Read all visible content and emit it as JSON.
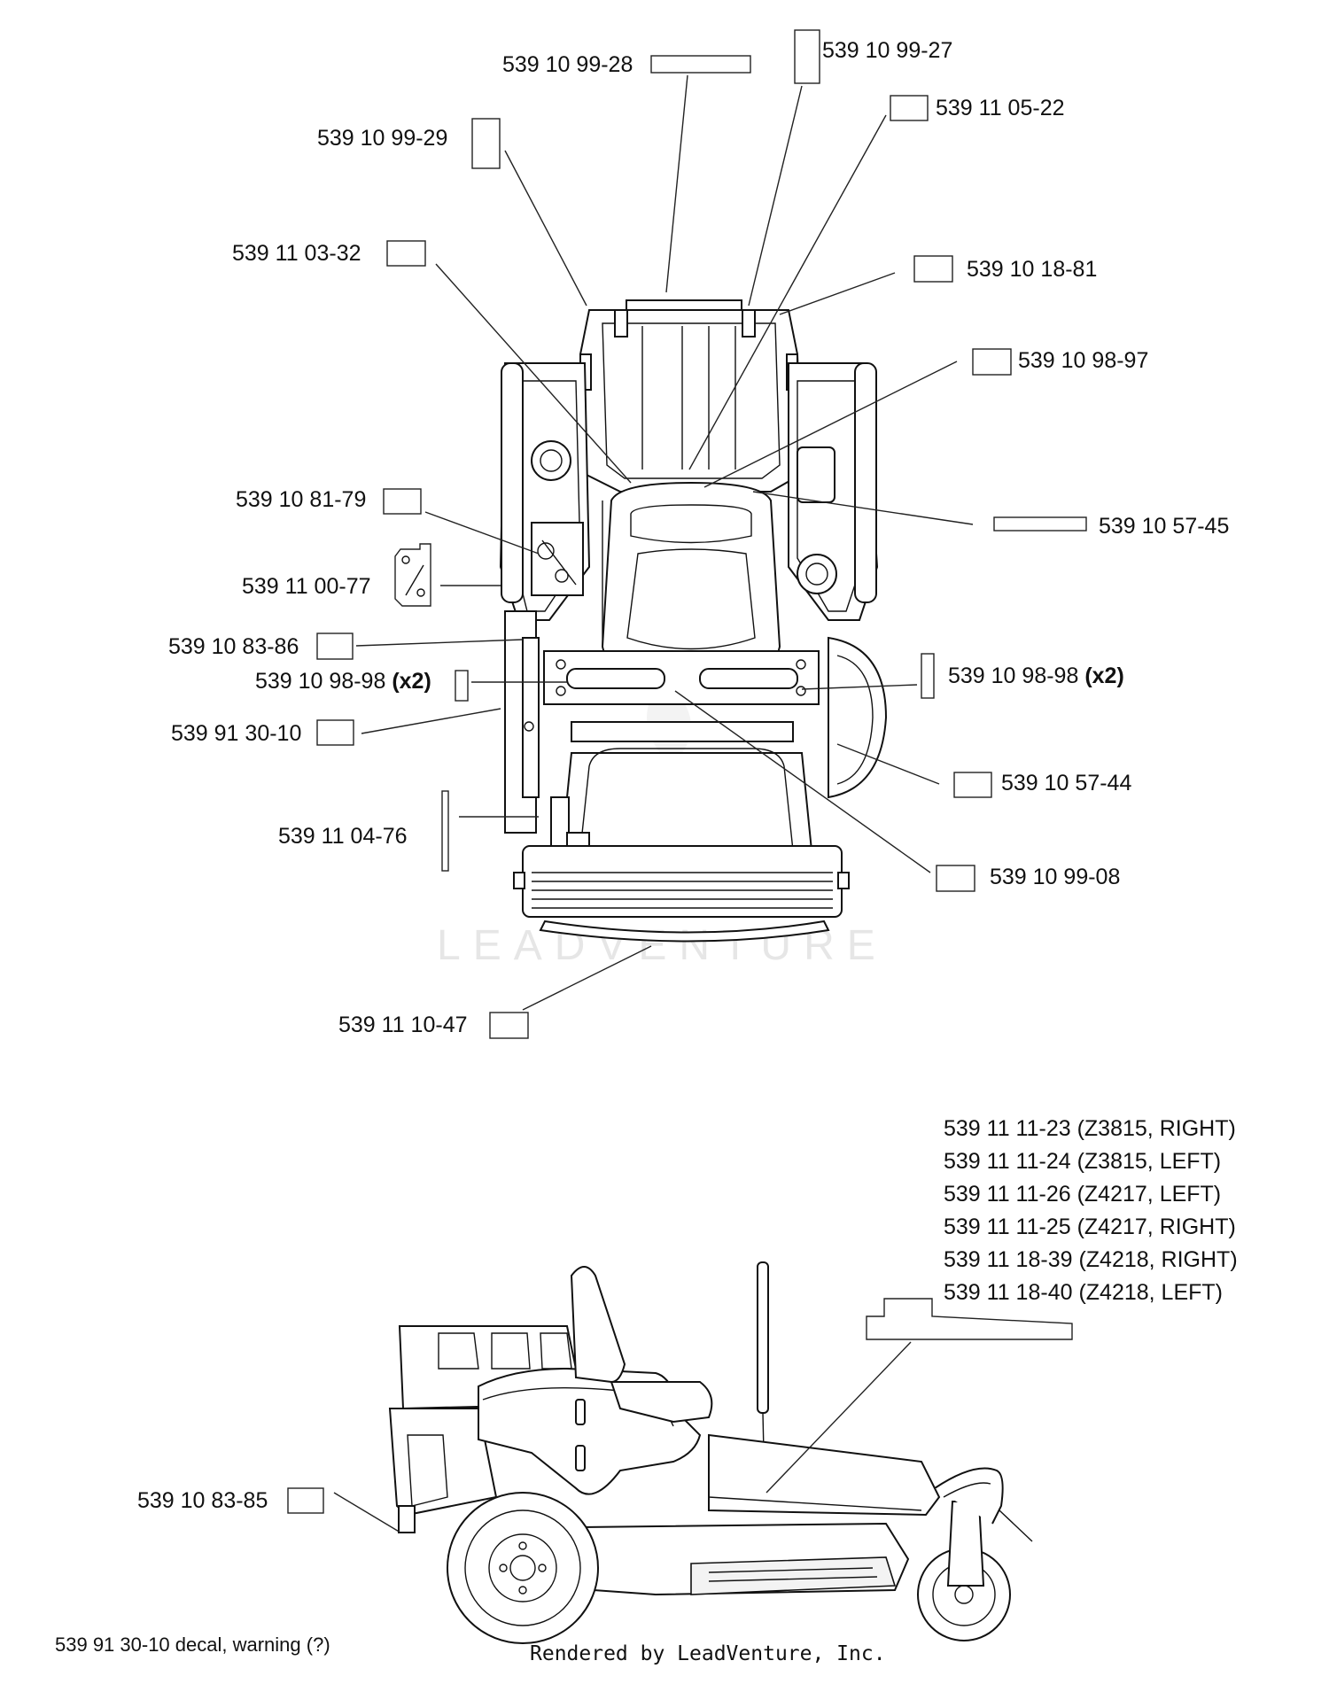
{
  "callouts": {
    "c01": "539 10 99-28",
    "c02": "539 10 99-27",
    "c03": "539 11 05-22",
    "c04": "539 10 99-29",
    "c05": "539 11 03-32",
    "c06": "539 10 18-81",
    "c07": "539 10 98-97",
    "c08": "539 10 81-79",
    "c09": "539 10 57-45",
    "c10": "539 11 00-77",
    "c11": "539 10 83-86",
    "c12": "539 10 98-98",
    "c13": "539 10 98-98",
    "c14": "539 91 30-10",
    "c15": "539 10 57-44",
    "c16": "539 11 04-76",
    "c17": "539 10 99-08",
    "c18": "539 11 10-47",
    "c19": "539 10 83-85"
  },
  "qty": {
    "left": "(x2)",
    "right": "(x2)"
  },
  "side_list": [
    "539 11 11-23 (Z3815, RIGHT)",
    "539 11 11-24 (Z3815, LEFT)",
    "539 11 11-26 (Z4217, LEFT)",
    "539 11 11-25 (Z4217, RIGHT)",
    "539 11 18-39 (Z4218, RIGHT)",
    "539 11 18-40 (Z4218, LEFT)"
  ],
  "footnote": "539 91 30-10 decal, warning (?)",
  "credit": "Rendered by LeadVenture, Inc.",
  "watermark": "LEADVENTURE",
  "colors": {
    "line": "#222222",
    "watermark": "#e6e6e6",
    "background": "#ffffff"
  }
}
